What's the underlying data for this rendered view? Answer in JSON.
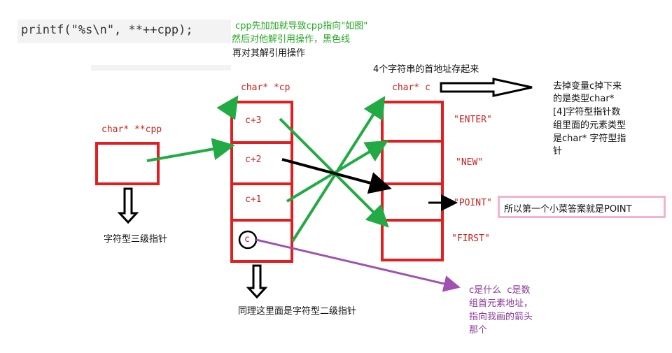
{
  "code_line": "printf(\"%s\\n\", **++cpp);",
  "notes": {
    "top_green_1": "cpp先加加就导致cpp指向\"如图\"",
    "top_green_2": "然后对他解引用操作，黑色线",
    "top_black": "再对其解引用操作",
    "header_c_array": "4个字符串的首地址存起来",
    "right_explain": [
      "去掉变量c掉下来",
      "的是类型char*",
      "[4]字符型指针数",
      "组里面的元素类型",
      "是char* 字符型指",
      "针"
    ],
    "cpp_label": "char* **cpp",
    "cpp_desc": "字符型三级指针",
    "cp_label": "char* *cp",
    "cp_desc": "同理这里面是字符型二级指针",
    "c_label": "char* c",
    "purple_note": [
      "c是什么  c是数",
      "组首元素地址，",
      "指向我画的箭头",
      "那个"
    ],
    "answer": "所以第一个小菜答案就是POINT"
  },
  "cp_cells": [
    "c+3",
    "c+2",
    "c+1",
    "c"
  ],
  "strings": [
    "\"ENTER\"",
    "\"NEW\"",
    "\"POINT\"",
    "\"FIRST\""
  ],
  "colors": {
    "box": "#e02020",
    "green_arrow": "#22aa44",
    "black_arrow": "#000000",
    "purple_arrow": "#a050b0",
    "answer_border": "#f3b3cf"
  }
}
